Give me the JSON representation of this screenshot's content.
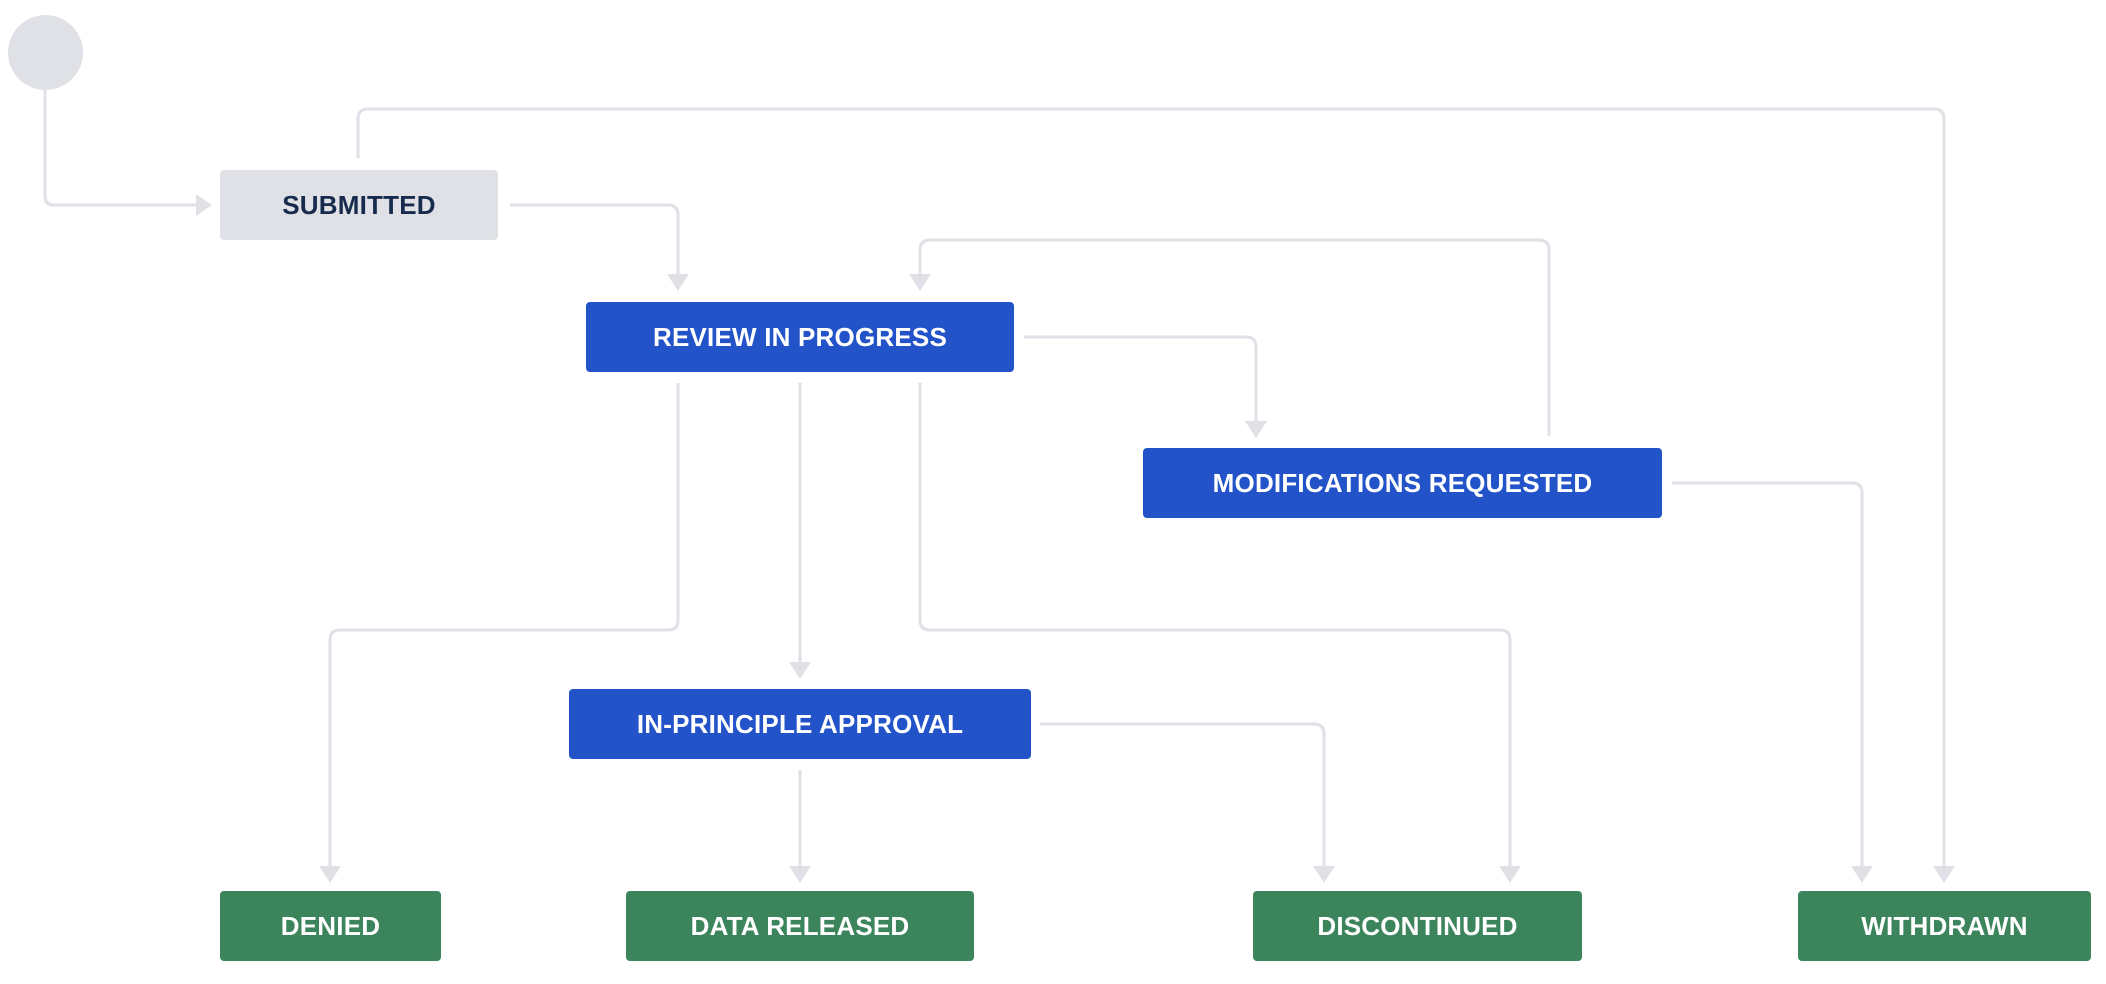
{
  "workflow": {
    "start": "start",
    "statuses": {
      "submitted": {
        "label": "SUBMITTED",
        "category": "todo",
        "color": "#dfe1e6"
      },
      "review_in_progress": {
        "label": "REVIEW IN PROGRESS",
        "category": "in-progress",
        "color": "#2353c9"
      },
      "modifications_requested": {
        "label": "MODIFICATIONS REQUESTED",
        "category": "in-progress",
        "color": "#2353c9"
      },
      "in_principle_approval": {
        "label": "IN-PRINCIPLE APPROVAL",
        "category": "in-progress",
        "color": "#2353c9"
      },
      "denied": {
        "label": "DENIED",
        "category": "done",
        "color": "#3c855c"
      },
      "data_released": {
        "label": "DATA RELEASED",
        "category": "done",
        "color": "#3c855c"
      },
      "discontinued": {
        "label": "DISCONTINUED",
        "category": "done",
        "color": "#3c855c"
      },
      "withdrawn": {
        "label": "WITHDRAWN",
        "category": "done",
        "color": "#3c855c"
      }
    },
    "transitions": [
      {
        "from": "start",
        "to": "submitted"
      },
      {
        "from": "submitted",
        "to": "review_in_progress"
      },
      {
        "from": "submitted",
        "to": "withdrawn"
      },
      {
        "from": "review_in_progress",
        "to": "modifications_requested"
      },
      {
        "from": "modifications_requested",
        "to": "review_in_progress"
      },
      {
        "from": "modifications_requested",
        "to": "withdrawn"
      },
      {
        "from": "review_in_progress",
        "to": "denied"
      },
      {
        "from": "review_in_progress",
        "to": "in_principle_approval"
      },
      {
        "from": "review_in_progress",
        "to": "discontinued"
      },
      {
        "from": "in_principle_approval",
        "to": "data_released"
      },
      {
        "from": "in_principle_approval",
        "to": "discontinued"
      }
    ],
    "connector_color": "#dfe1e6"
  }
}
